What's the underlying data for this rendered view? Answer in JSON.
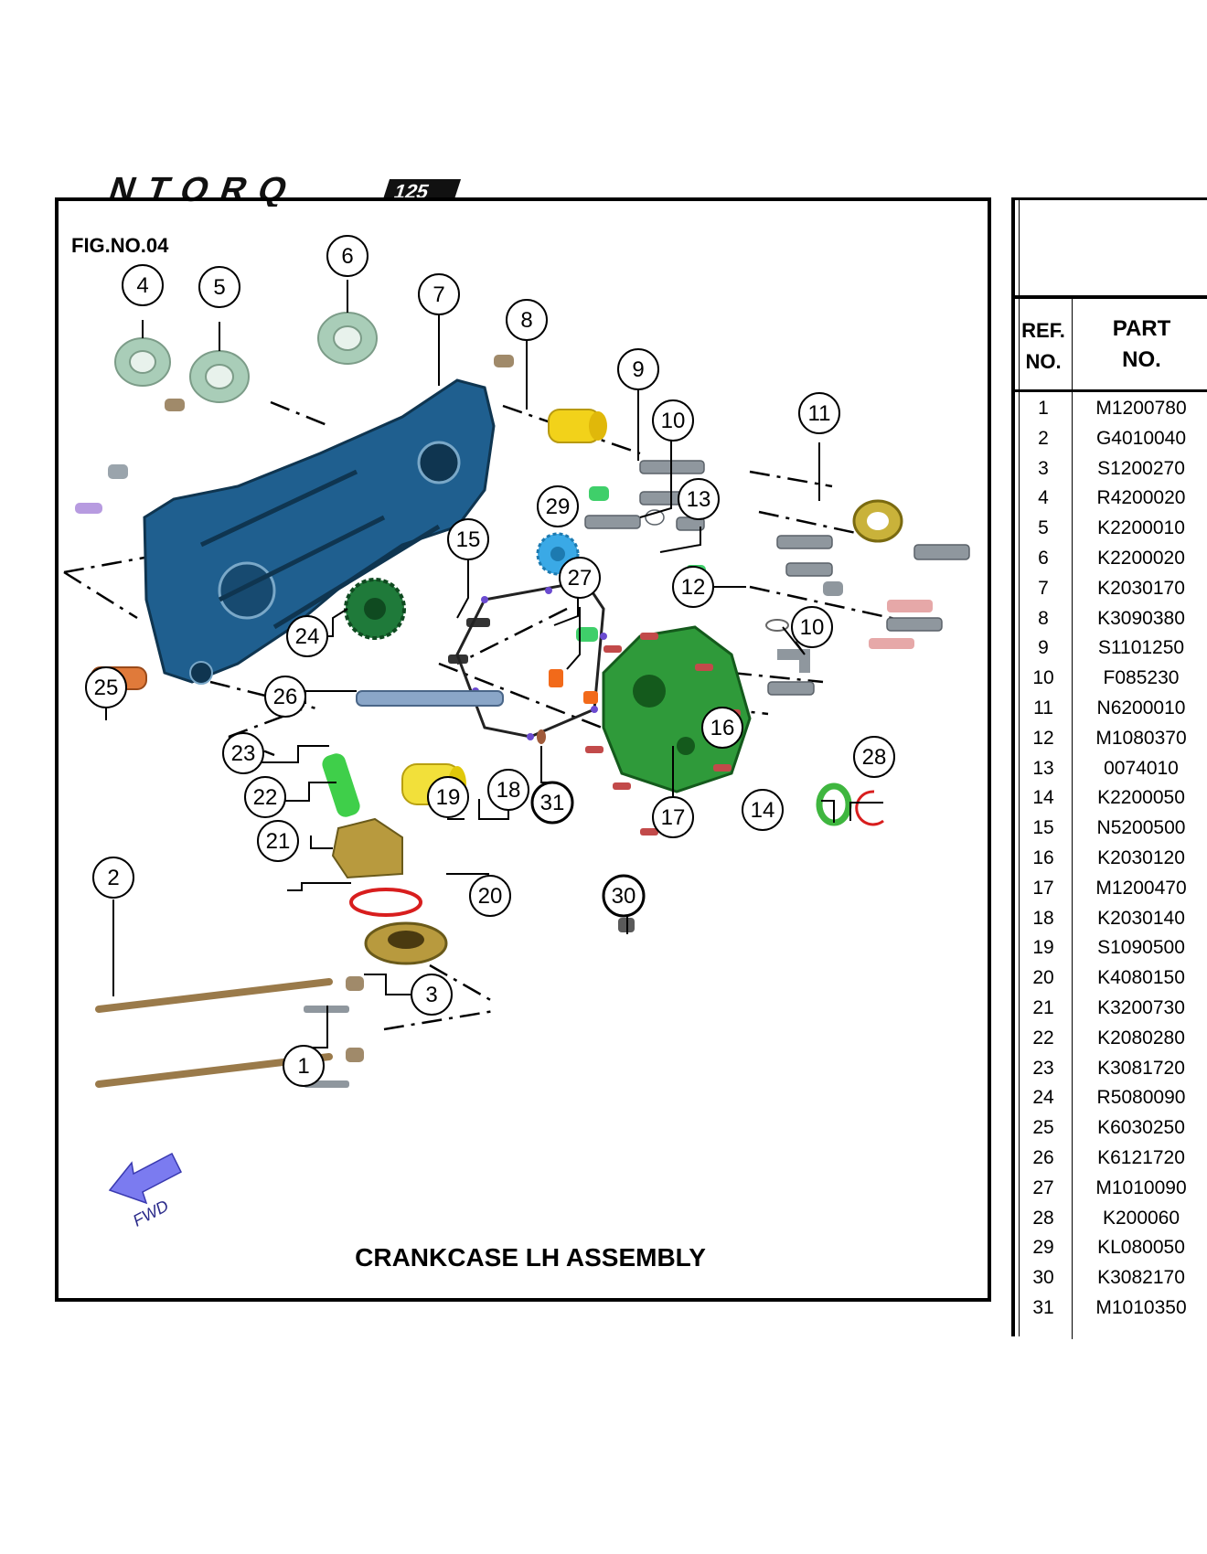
{
  "brand": {
    "logo_text": "NTORQ",
    "logo_model": "125"
  },
  "figure": {
    "fig_no": "FIG.NO.04",
    "title": "CRANKCASE LH ASSEMBLY",
    "fwd_label": "FWD"
  },
  "table": {
    "header_ref_line1": "REF.",
    "header_ref_line2": "NO.",
    "header_part_line1": "PART",
    "header_part_line2": "NO.",
    "rows": [
      {
        "ref": "1",
        "part": "M1200780"
      },
      {
        "ref": "2",
        "part": "G4010040"
      },
      {
        "ref": "3",
        "part": "S1200270"
      },
      {
        "ref": "4",
        "part": "R4200020"
      },
      {
        "ref": "5",
        "part": "K2200010"
      },
      {
        "ref": "6",
        "part": "K2200020"
      },
      {
        "ref": "7",
        "part": "K2030170"
      },
      {
        "ref": "8",
        "part": "K3090380"
      },
      {
        "ref": "9",
        "part": "S1101250"
      },
      {
        "ref": "10",
        "part": "F085230"
      },
      {
        "ref": "11",
        "part": "N6200010"
      },
      {
        "ref": "12",
        "part": "M1080370"
      },
      {
        "ref": "13",
        "part": "0074010"
      },
      {
        "ref": "14",
        "part": "K2200050"
      },
      {
        "ref": "15",
        "part": "N5200500"
      },
      {
        "ref": "16",
        "part": "K2030120"
      },
      {
        "ref": "17",
        "part": "M1200470"
      },
      {
        "ref": "18",
        "part": "K2030140"
      },
      {
        "ref": "19",
        "part": "S1090500"
      },
      {
        "ref": "20",
        "part": "K4080150"
      },
      {
        "ref": "21",
        "part": "K3200730"
      },
      {
        "ref": "22",
        "part": "K2080280"
      },
      {
        "ref": "23",
        "part": "K3081720"
      },
      {
        "ref": "24",
        "part": "R5080090"
      },
      {
        "ref": "25",
        "part": "K6030250"
      },
      {
        "ref": "26",
        "part": "K6121720"
      },
      {
        "ref": "27",
        "part": "M1010090"
      },
      {
        "ref": "28",
        "part": "K200060"
      },
      {
        "ref": "29",
        "part": "KL080050"
      },
      {
        "ref": "30",
        "part": "K3082170"
      },
      {
        "ref": "31",
        "part": "M1010350"
      }
    ]
  },
  "callouts": [
    "1",
    "2",
    "3",
    "4",
    "5",
    "6",
    "7",
    "8",
    "9",
    "10",
    "10",
    "11",
    "12",
    "13",
    "14",
    "15",
    "16",
    "17",
    "18",
    "19",
    "20",
    "21",
    "22",
    "23",
    "24",
    "25",
    "26",
    "27",
    "28",
    "29",
    "30",
    "31"
  ],
  "colors": {
    "crankcase": "#1f5f8f",
    "cover": "#2f9a3a",
    "bearing": "#a9cdb8",
    "yellow_part": "#f2d21a",
    "gold_part": "#b89a3e",
    "red_ring": "#d81e1e",
    "gear_blue": "#3aa9e6",
    "fwd_arrow": "#7b7bf0"
  }
}
